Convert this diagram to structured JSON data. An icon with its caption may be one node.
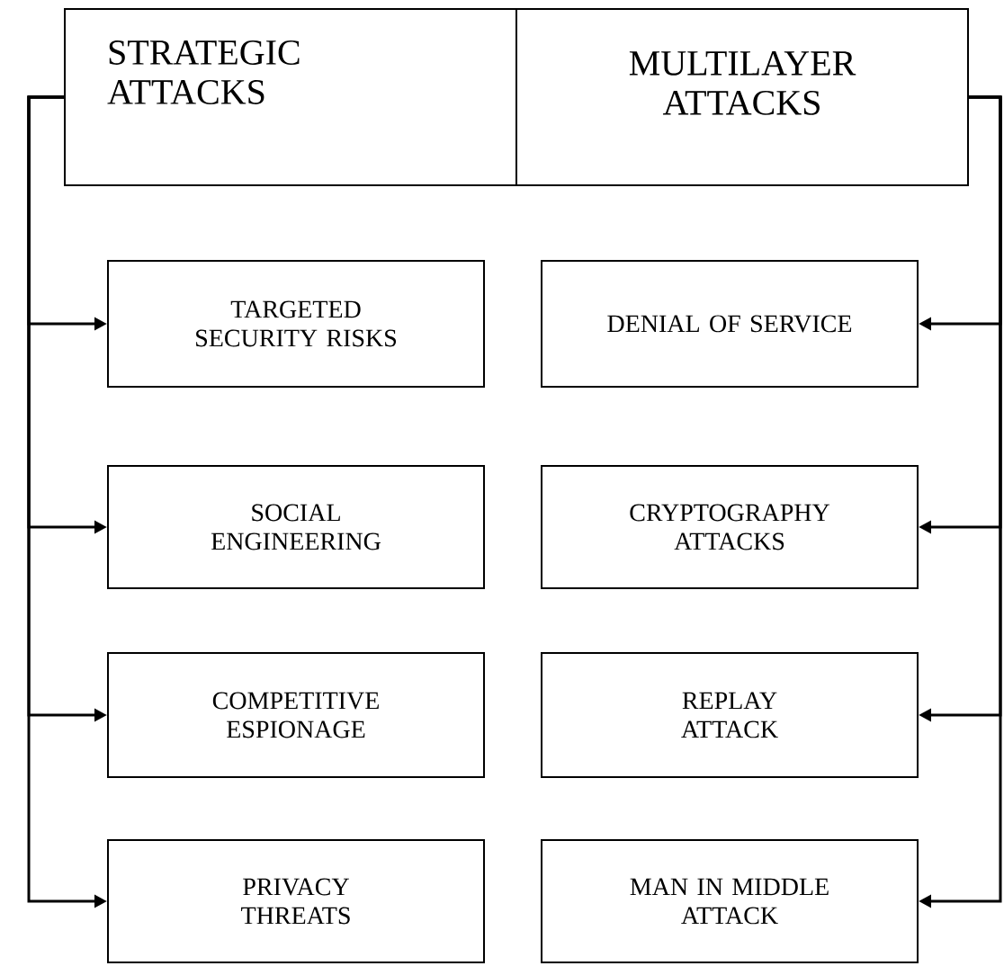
{
  "diagram": {
    "nodes": [
      {
        "text": [
          "STRATEGIC ATTACKS"
        ]
      },
      {
        "text": [
          "MULTILAYER ATTACKS"
        ]
      },
      {
        "text": [
          "TARGETED SECURITY RISKS"
        ]
      },
      {
        "text": [
          "SOCIAL ENGINEERING"
        ]
      },
      {
        "text": [
          "COMPETITIVE ESPIONAGE"
        ]
      },
      {
        "text": [
          "PRIVACY THREATS"
        ]
      },
      {
        "text": [
          "DENIAL OF SERVICE"
        ]
      },
      {
        "text": [
          "CRYPTOGRAPHY ATTACKS"
        ]
      },
      {
        "text": [
          "REPLAY ATTACK"
        ]
      },
      {
        "text": [
          "MAN IN MIDDLE ATTACK"
        ]
      }
    ],
    "edges": [
      {
        "from": 0,
        "to": 2,
        "arrow": "to"
      },
      {
        "from": 0,
        "to": 3,
        "arrow": "to"
      },
      {
        "from": 0,
        "to": 4,
        "arrow": "to"
      },
      {
        "from": 0,
        "to": 5,
        "arrow": "to"
      },
      {
        "from": 1,
        "to": 6,
        "arrow": "to"
      },
      {
        "from": 1,
        "to": 7,
        "arrow": "to"
      },
      {
        "from": 1,
        "to": 8,
        "arrow": "to"
      },
      {
        "from": 1,
        "to": 9,
        "arrow": "to"
      }
    ]
  }
}
